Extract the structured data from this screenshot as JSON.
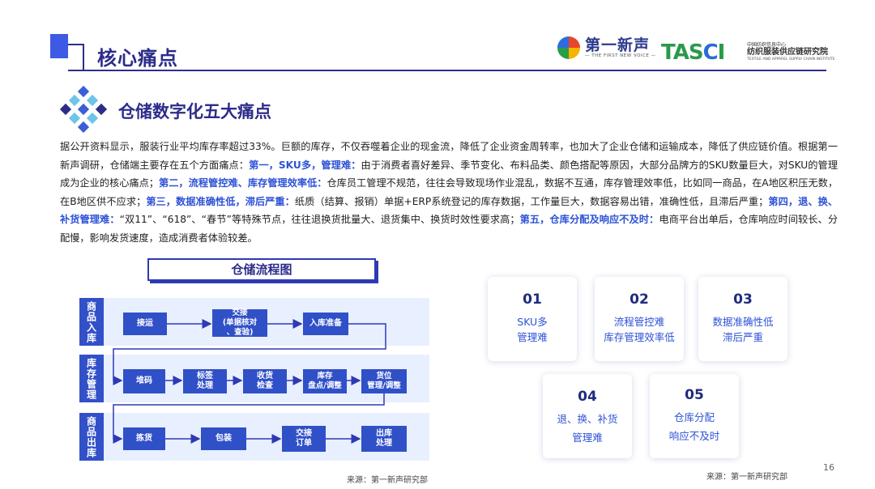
{
  "header": {
    "title": "核心痛点",
    "logo1_cn": "第一新声",
    "logo1_en": "— THE FIRST NEW VOICE —",
    "logo2_main_a": "TAS",
    "logo2_main_b": "C",
    "logo2_main_c": "I",
    "logo2_sub1": "中国纺织信息中心",
    "logo2_sub2": "纺织服装供应链研究院",
    "logo2_sub3": "TEXTILE AND APPAREL SUPPLY CHAIN INSTITUTE"
  },
  "section": {
    "title": "仓储数字化五大痛点"
  },
  "paragraph": {
    "p1": "据公开资料显示，服装行业平均库存率超过33%。巨额的库存，不仅吞噬着企业的现金流，降低了企业资金周转率，也加大了企业仓储和运输成本，降低了供应链价值。根据第一新声调研，仓储端主要存在五个方面痛点：",
    "h1": "第一，SKU多，管理难：",
    "p2": "由于消费者喜好差异、季节变化、布料品类、颜色搭配等原因，大部分品牌方的SKU数量巨大，对SKU的管理成为企业的核心痛点；",
    "h2": "第二，流程管控难、库存管理效率低：",
    "p3": "仓库员工管理不规范，往往会导致现场作业混乱，数据不互通，库存管理效率低，比如同一商品，在A地区积压无数，在B地区供不应求；",
    "h3": "第三，数据准确性低，滞后严重：",
    "p4": "纸质（结算、报销）单据+ERP系统登记的库存数据，工作量巨大，数据容易出错，准确性低，且滞后严重；",
    "h4": "第四，退、换、补货管理难：",
    "p5": "“双11”、“618”、“春节”等特殊节点，往往退换货批量大、退货集中、换货时效性要求高；",
    "h5": "第五，仓库分配及响应不及时：",
    "p6": "电商平台出单后，仓库响应时间较长、分配慢，影响发货速度，造成消费者体验较差。"
  },
  "flow": {
    "title": "仓储流程图",
    "lanes": [
      "商品入库",
      "库存管理",
      "商品出库"
    ],
    "row1": [
      "接运",
      "交接\n(单据核对\n、查验)",
      "入库准备"
    ],
    "row2": [
      "堆码",
      "标签\n处理",
      "收货\n检查",
      "库存\n盘点/调整",
      "货位\n管理/调整"
    ],
    "row3": [
      "拣货",
      "包装",
      "交接\n订单",
      "出库\n处理"
    ]
  },
  "cards": [
    {
      "num": "01",
      "l1": "SKU多",
      "l2": "管理难"
    },
    {
      "num": "02",
      "l1": "流程管控难",
      "l2": "库存管理效率低"
    },
    {
      "num": "03",
      "l1": "数据准确性低",
      "l2": "滞后严重"
    },
    {
      "num": "04",
      "l1": "退、换、补货",
      "l2": "管理难"
    },
    {
      "num": "05",
      "l1": "仓库分配",
      "l2": "响应不及时"
    }
  ],
  "source_left": "来源：第一新声研究部",
  "source_right": "来源：第一新声研究部",
  "page_number": "16"
}
